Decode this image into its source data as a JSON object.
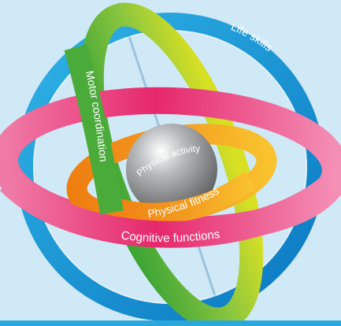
{
  "diagram": {
    "colors": {
      "background": "#cfe9f7",
      "bottom_bar": "#2aa8dc",
      "life_skills": "#19a0dc",
      "motor_coordination": "#7cc242",
      "cognitive_functions": "#e8336e",
      "physical_fitness": "#f39a1e",
      "sphere": "#8a8c8e",
      "axis": "#9cc3de"
    },
    "labels": {
      "life_skills": "Life skills",
      "motor_coordination": "Motor coordination",
      "cognitive_functions": "Cognitive functions",
      "physical_fitness": "Physical fitness",
      "physical_activity": "Physical activity"
    }
  }
}
